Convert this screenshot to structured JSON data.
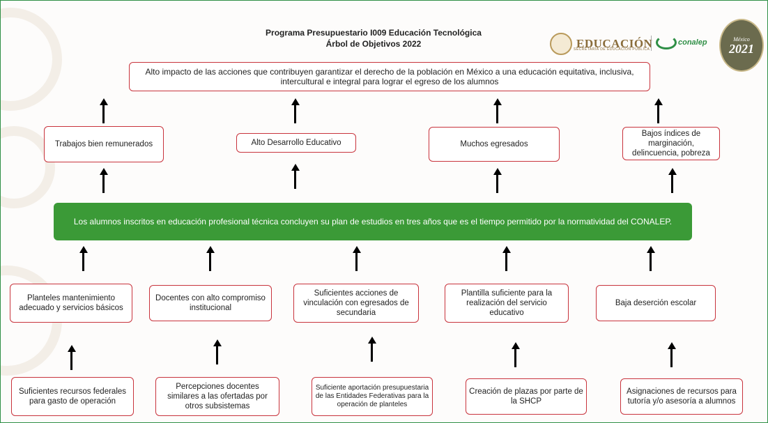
{
  "title": {
    "line1": "Programa Presupuestario I009 Educación Tecnológica",
    "line2": "Árbol de Objetivos 2022"
  },
  "logos": {
    "educacion": "EDUCACIÓN",
    "educacion_sub": "SECRETARÍA DE EDUCACIÓN PÚBLICA",
    "conalep": "conalep",
    "medal_text": "México",
    "medal_year": "2021"
  },
  "top_objective": "Alto impacto de las acciones que contribuyen garantizar el derecho de la población en México a una educación equitativa, inclusiva, intercultural e integral para lograr el egreso de los alumnos",
  "effects": [
    "Trabajos bien remunerados",
    "Alto Desarrollo Educativo",
    "Muchos egresados",
    "Bajos índices de marginación, delincuencia, pobreza"
  ],
  "central_objective": "Los alumnos inscritos en educación profesional técnica concluyen su plan de estudios en tres años que es el tiempo permitido por la normatividad del CONALEP.",
  "means": [
    "Planteles mantenimiento adecuado y servicios básicos",
    "Docentes con alto compromiso institucional",
    "Suficientes acciones de vinculación con egresados de secundaria",
    "Plantilla suficiente para la realización del servicio educativo",
    "Baja deserción escolar"
  ],
  "root_means": [
    "Suficientes recursos federales para gasto de operación",
    "Percepciones docentes similares a las ofertadas por otros subsistemas",
    "Suficiente aportación presupuestaria de las Entidades Federativas para la operación de planteles",
    "Creación de plazas por parte de la SHCP",
    "Asignaciones de recursos para tutoría y/o asesoría a alumnos"
  ],
  "colors": {
    "box_border": "#c8333c",
    "central_fill": "#3b9a37",
    "frame": "#2f8f46"
  }
}
